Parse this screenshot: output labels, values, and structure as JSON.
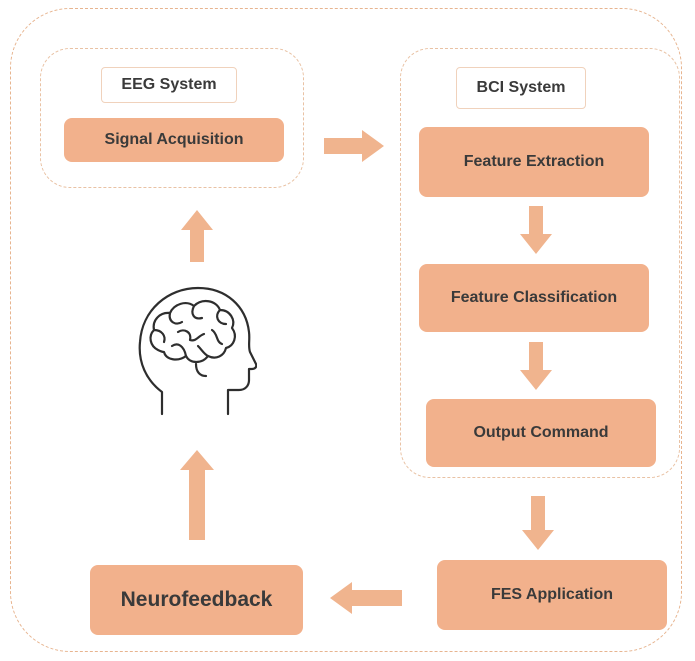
{
  "diagram": {
    "eeg_group": {
      "title": "EEG System",
      "steps": [
        "Signal Acquisition"
      ]
    },
    "bci_group": {
      "title": "BCI System",
      "steps": [
        "Feature Extraction",
        "Feature Classification",
        "Output Command"
      ]
    },
    "fes": "FES Application",
    "neurofeedback": "Neurofeedback",
    "head_icon": "brain-head-icon",
    "colors": {
      "box_fill": "#f2b18c",
      "arrow": "#f0b48e",
      "border": "#e7b48f",
      "text": "#3a3a3a"
    }
  }
}
